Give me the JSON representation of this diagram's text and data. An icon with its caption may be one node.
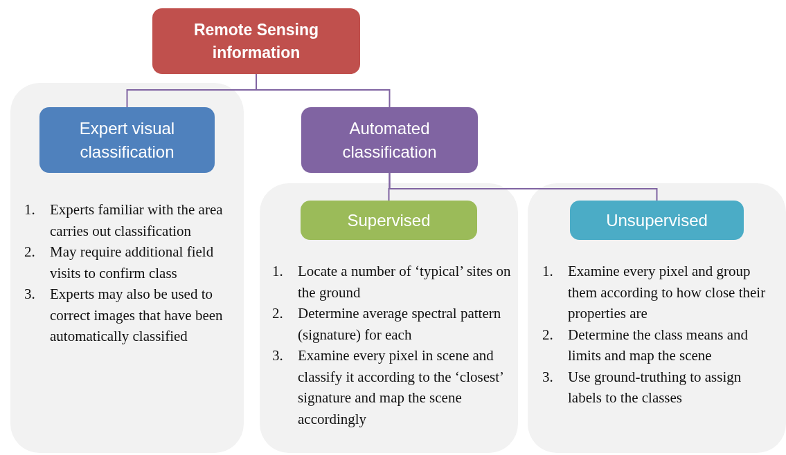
{
  "diagram": {
    "nodes": [
      {
        "text": [
          "Remote Sensing information"
        ]
      },
      {
        "text": [
          "1. Experts familiar with the area carries out classification",
          "2. May require additional field visits to confirm class",
          "3. Experts may also be used to correct images that have been automatically classified"
        ]
      },
      {
        "text": [
          "Expert visual classification"
        ],
        "in": 1
      },
      {
        "text": [
          "Automated classification"
        ]
      },
      {
        "text": [
          "1. Locate a number of ‘typical’ sites on the ground",
          "2. Determine average spectral pattern (signature) for each",
          "3. Examine every pixel in scene and classify it according to the ‘closest’ signature and map the scene accordingly"
        ]
      },
      {
        "text": [
          "Supervised"
        ],
        "in": 4
      },
      {
        "text": [
          "1. Examine every pixel and group them according to how close their properties are",
          "2. Determine the class means and limits and map the scene",
          "3. Use ground-truthing to assign labels to the classes"
        ]
      },
      {
        "text": [
          "Unsupervised"
        ],
        "in": 6
      }
    ],
    "edges": [
      {
        "from": 0,
        "to": 2,
        "arrow": "none"
      },
      {
        "from": 0,
        "to": 3,
        "arrow": "none"
      },
      {
        "from": 3,
        "to": 5,
        "arrow": "none"
      },
      {
        "from": 3,
        "to": 7,
        "arrow": "none"
      }
    ]
  }
}
